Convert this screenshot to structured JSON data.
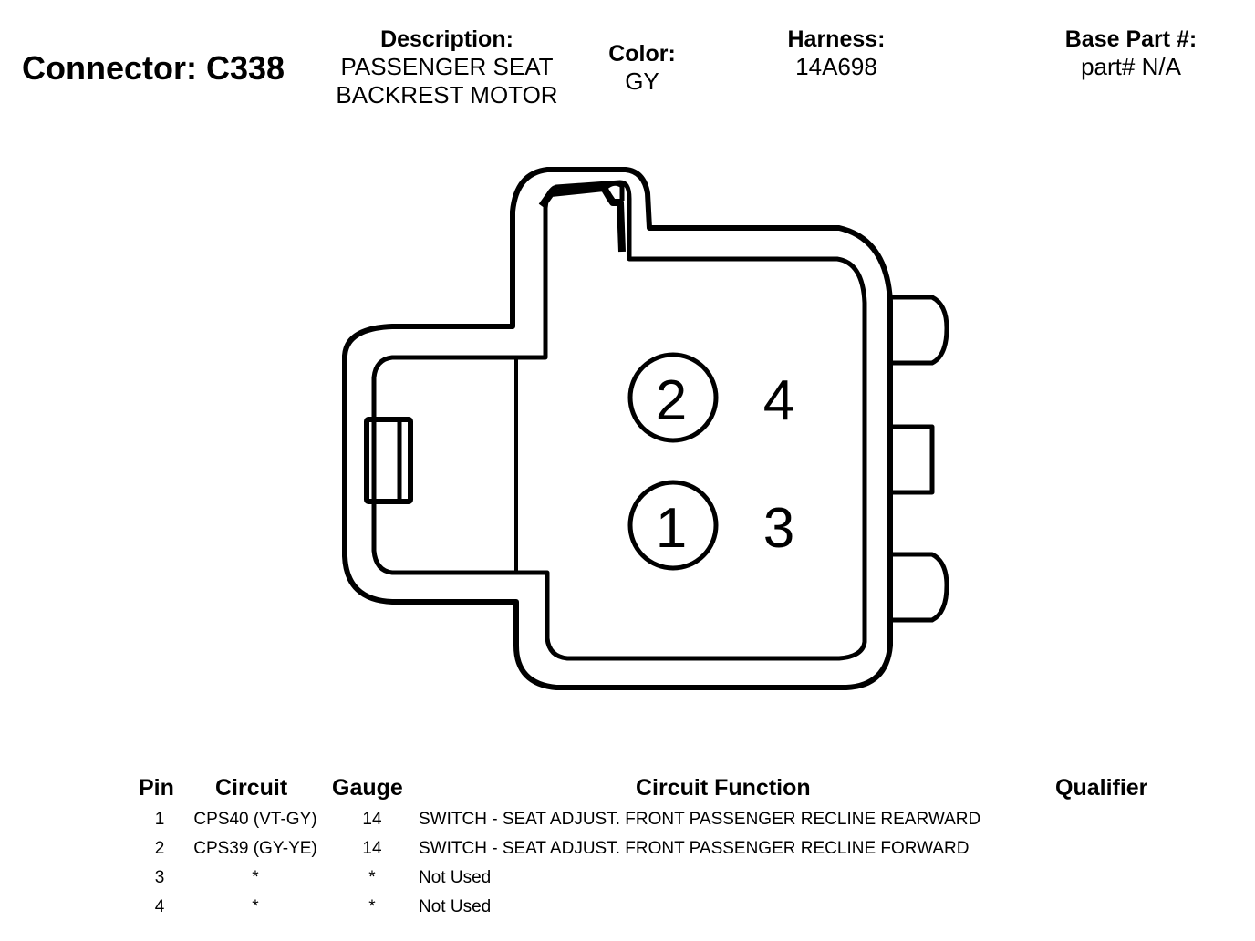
{
  "header": {
    "connector_label": "Connector: C338",
    "description_label": "Description:",
    "description_line1": "PASSENGER SEAT",
    "description_line2": "BACKREST MOTOR",
    "color_label": "Color:",
    "color_value": "GY",
    "harness_label": "Harness:",
    "harness_value": "14A698",
    "base_part_label": "Base Part #:",
    "base_part_value": "part# N/A"
  },
  "diagram": {
    "pins": [
      {
        "label": "2",
        "circled": true
      },
      {
        "label": "4",
        "circled": false
      },
      {
        "label": "1",
        "circled": true
      },
      {
        "label": "3",
        "circled": false
      }
    ]
  },
  "table": {
    "headers": {
      "pin": "Pin",
      "circuit": "Circuit",
      "gauge": "Gauge",
      "function": "Circuit Function",
      "qualifier": "Qualifier"
    },
    "rows": [
      {
        "pin": "1",
        "circuit": "CPS40 (VT-GY)",
        "gauge": "14",
        "function": "SWITCH - SEAT ADJUST. FRONT PASSENGER RECLINE REARWARD",
        "qualifier": ""
      },
      {
        "pin": "2",
        "circuit": "CPS39 (GY-YE)",
        "gauge": "14",
        "function": "SWITCH - SEAT ADJUST. FRONT PASSENGER RECLINE FORWARD",
        "qualifier": ""
      },
      {
        "pin": "3",
        "circuit": "*",
        "gauge": "*",
        "function": "Not Used",
        "qualifier": ""
      },
      {
        "pin": "4",
        "circuit": "*",
        "gauge": "*",
        "function": "Not Used",
        "qualifier": ""
      }
    ]
  }
}
